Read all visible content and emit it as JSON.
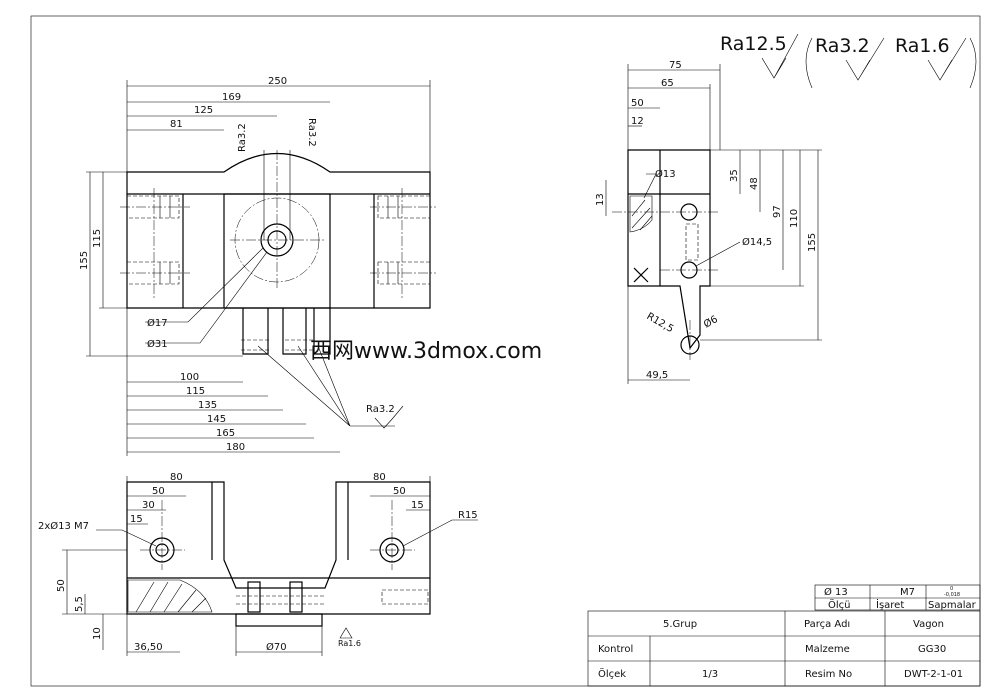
{
  "roughness": {
    "main": "Ra12.5",
    "alt1": "Ra3.2",
    "alt2": "Ra1.6"
  },
  "front_view": {
    "dims": {
      "d250": "250",
      "d169": "169",
      "d125": "125",
      "d81": "81",
      "d155": "155",
      "d115": "115",
      "d100": "100",
      "d115b": "115",
      "d135": "135",
      "d145": "145",
      "d165": "165",
      "d180": "180"
    },
    "ra_left": "Ra3.2",
    "ra_right": "Ra3.2",
    "ra_bottom": "Ra3.2",
    "phi17": "Ø17",
    "phi31": "Ø31"
  },
  "side_view": {
    "dims": {
      "d75": "75",
      "d65": "65",
      "d50": "50",
      "d12": "12",
      "d13": "13",
      "d35": "35",
      "d48": "48",
      "d97": "97",
      "d110": "110",
      "d155": "155",
      "d49_5": "49,5"
    },
    "phi13": "Ø13",
    "phi14_5": "Ø14,5",
    "r12_5": "R12,5",
    "phi6": "Ø6"
  },
  "bottom_view": {
    "dims": {
      "d80l": "80",
      "d50l": "50",
      "d30": "30",
      "d15l": "15",
      "d80r": "80",
      "d50r": "50",
      "d15r": "15",
      "d50v": "50",
      "d5_5": "5,5",
      "d10": "10",
      "d36_50": "36,50"
    },
    "holes": "2xØ13 M7",
    "r15": "R15",
    "phi70": "Ø70",
    "ra": "Ra1.6"
  },
  "tolerance_box": {
    "size": "Ø 13",
    "fit": "M7",
    "upper": "0",
    "lower": "-0,018",
    "label_size": "Ölçü",
    "label_mark": "İşaret",
    "label_dev": "Sapmalar"
  },
  "title_block": {
    "group": "5.Grup",
    "part_name_label": "Parça Adı",
    "part_name": "Vagon",
    "control_label": "Kontrol",
    "material_label": "Malzeme",
    "material": "GG30",
    "scale_label": "Ölçek",
    "scale": "1/3",
    "drawing_no_label": "Resim No",
    "drawing_no": "DWT-2-1-01"
  },
  "watermark": "西网www.3dmox.com"
}
